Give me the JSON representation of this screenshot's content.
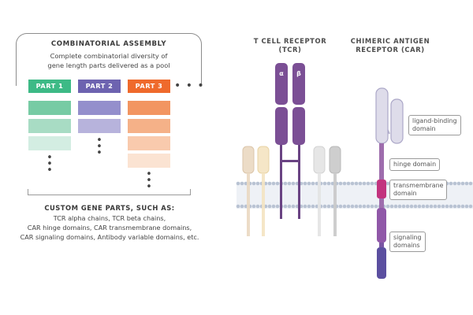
{
  "assembly": {
    "title": "COMBINATORIAL ASSEMBLY",
    "subtitle_line1": "Complete combinatorial diversity of",
    "subtitle_line2": "gene length parts delivered as a pool"
  },
  "parts": [
    {
      "label": "PART 1",
      "color": "#3dba86",
      "cells": [
        "#77cba4",
        "#a8dcc4",
        "#d3ede2"
      ]
    },
    {
      "label": "PART 2",
      "color": "#6d63b0",
      "cells": [
        "#948fcc",
        "#b7b3dc"
      ]
    },
    {
      "label": "PART 3",
      "color": "#ef6a2c",
      "cells": [
        "#f29561",
        "#f5b188",
        "#f9caad",
        "#fbe3d2"
      ]
    }
  ],
  "more_parts_glyph": "• • •",
  "vertical_dots_glyph": "•\n•\n•",
  "custom": {
    "title": "CUSTOM GENE PARTS, SUCH AS:",
    "lines": [
      "TCR alpha chains, TCR beta chains,",
      "CAR hinge domains, CAR transmembrane domains,",
      "CAR signaling domains, Antibody variable domains, etc."
    ]
  },
  "tcr": {
    "title_line1": "T CELL RECEPTOR",
    "title_line2": "(TCR)",
    "alpha_label": "α",
    "beta_label": "β",
    "color": "#7b4f95"
  },
  "car": {
    "title_line1": "CHIMERIC ANTIGEN",
    "title_line2": "RECEPTOR (CAR)",
    "labels": {
      "ligand": [
        "ligand-binding",
        "domain"
      ],
      "hinge": "hinge domain",
      "transmembrane": [
        "transmembrane",
        "domain"
      ],
      "signaling": [
        "signaling",
        "domains"
      ]
    },
    "colors": {
      "ligand": "#dedcea",
      "hinge": "#9e6dad",
      "transmembrane": "#c2337e",
      "signaling_top": "#9058a8",
      "signaling_bottom": "#5b4fa0"
    }
  },
  "membrane_color": "#b9c3d3"
}
